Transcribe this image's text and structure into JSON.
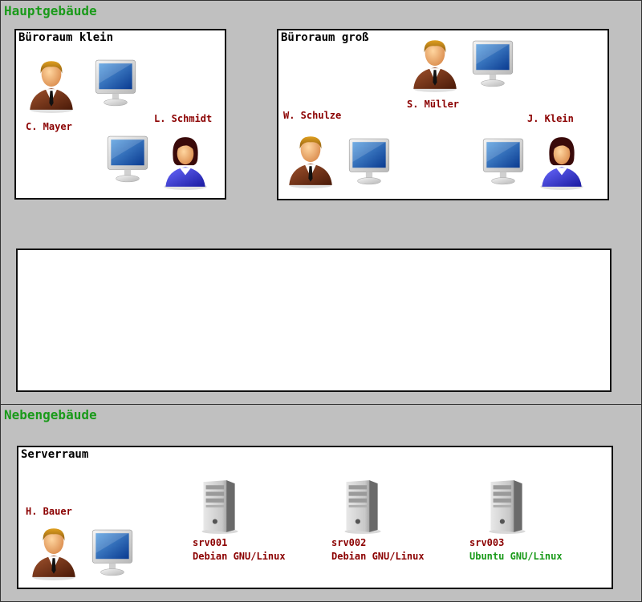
{
  "buildings": {
    "main": {
      "title": "Hauptgebäude"
    },
    "side": {
      "title": "Nebengebäude"
    }
  },
  "rooms": {
    "small_office": {
      "title": "Büroraum klein",
      "people": [
        {
          "name": "C. Mayer",
          "gender": "male"
        },
        {
          "name": "L. Schmidt",
          "gender": "female"
        }
      ]
    },
    "large_office": {
      "title": "Büroraum groß",
      "people": [
        {
          "name": "W. Schulze",
          "gender": "male"
        },
        {
          "name": "S. Müller",
          "gender": "male"
        },
        {
          "name": "J. Klein",
          "gender": "female"
        }
      ]
    },
    "server_room": {
      "title": "Serverraum",
      "people": [
        {
          "name": "H. Bauer",
          "gender": "male"
        }
      ],
      "servers": [
        {
          "name": "srv001",
          "os": "Debian GNU/Linux",
          "os_color": "#8b0000"
        },
        {
          "name": "srv002",
          "os": "Debian GNU/Linux",
          "os_color": "#8b0000"
        },
        {
          "name": "srv003",
          "os": "Ubuntu GNU/Linux",
          "os_color": "#1a9a1a"
        }
      ]
    }
  },
  "colors": {
    "building_title": "#1a9a1a",
    "person_label": "#8b0000",
    "building_bg": "#c0c0c0"
  }
}
